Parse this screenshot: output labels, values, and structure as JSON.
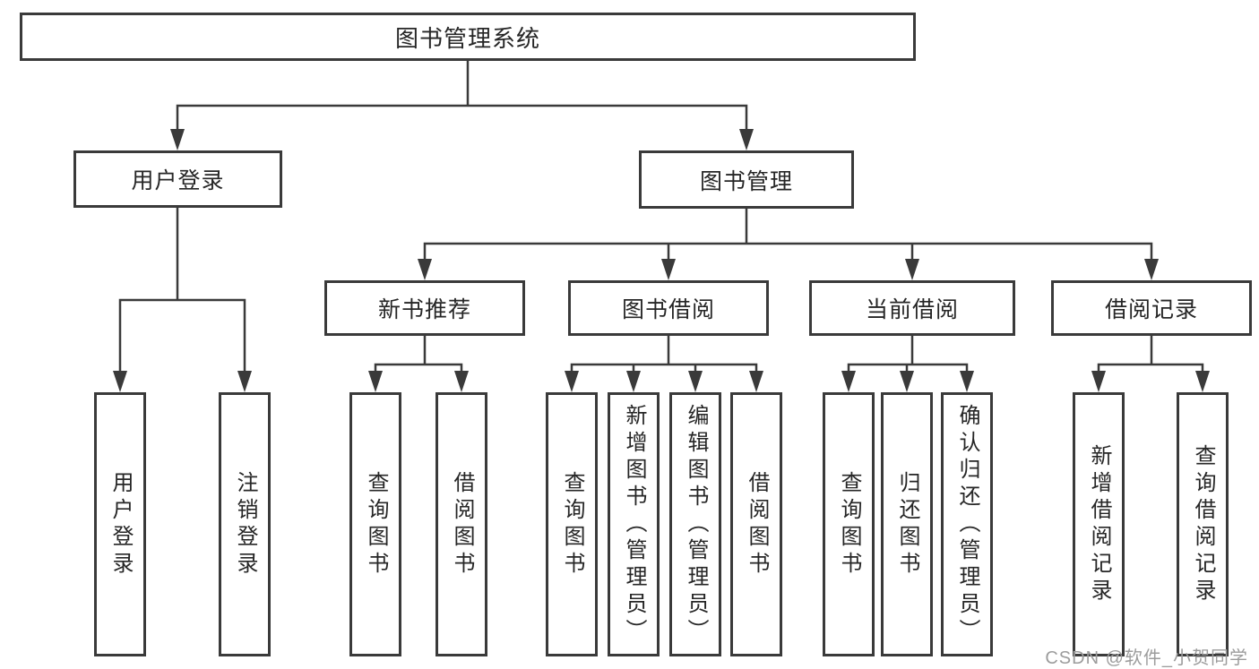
{
  "diagram": {
    "root": {
      "label": "图书管理系统"
    },
    "branches": [
      {
        "label": "用户登录",
        "children": [
          {
            "label": "用户登录"
          },
          {
            "label": "注销登录"
          }
        ]
      },
      {
        "label": "图书管理",
        "children": [
          {
            "label": "新书推荐",
            "children": [
              {
                "label": "查询图书"
              },
              {
                "label": "借阅图书"
              }
            ]
          },
          {
            "label": "图书借阅",
            "children": [
              {
                "label": "查询图书"
              },
              {
                "label": "新增图书（管理员）"
              },
              {
                "label": "编辑图书（管理员）"
              },
              {
                "label": "借阅图书"
              }
            ]
          },
          {
            "label": "当前借阅",
            "children": [
              {
                "label": "查询图书"
              },
              {
                "label": "归还图书"
              },
              {
                "label": "确认归还（管理员）"
              }
            ]
          },
          {
            "label": "借阅记录",
            "children": [
              {
                "label": "新增借阅记录"
              },
              {
                "label": "查询借阅记录"
              }
            ]
          }
        ]
      }
    ]
  },
  "watermark": {
    "label": "CSDN @软件_小贺同学"
  },
  "colors": {
    "line": "#3a3a3a",
    "text": "#262626",
    "watermark": "#9c9c9c",
    "background": "#ffffff"
  }
}
